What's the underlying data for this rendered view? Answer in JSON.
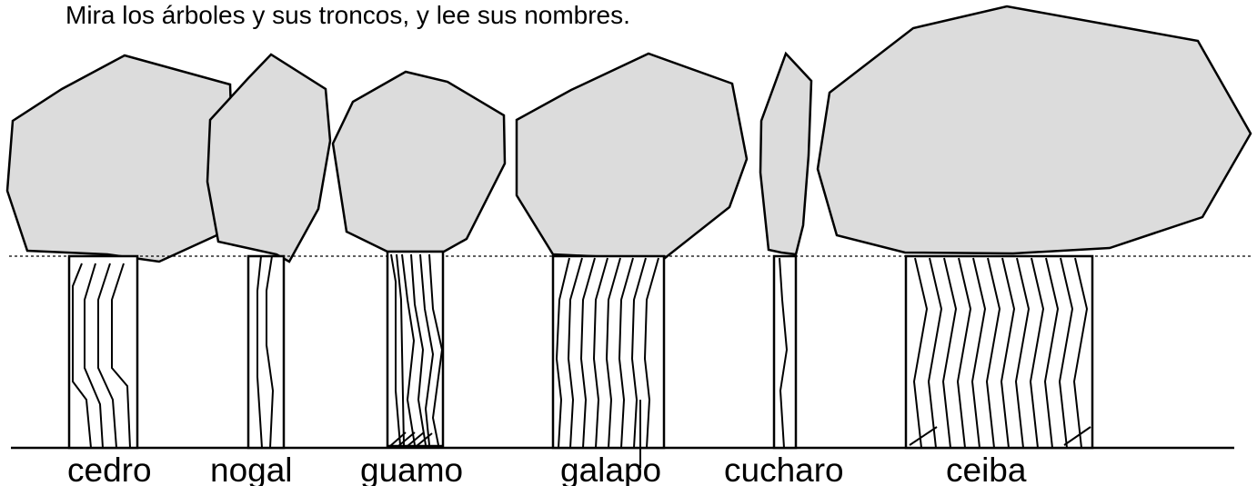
{
  "instruction": "Mira los árboles y sus troncos, y lee sus nombres.",
  "trees": [
    {
      "name": "cedro"
    },
    {
      "name": "nogal"
    },
    {
      "name": "guamo"
    },
    {
      "name": "galapo"
    },
    {
      "name": "cucharo"
    },
    {
      "name": "ceiba"
    }
  ]
}
